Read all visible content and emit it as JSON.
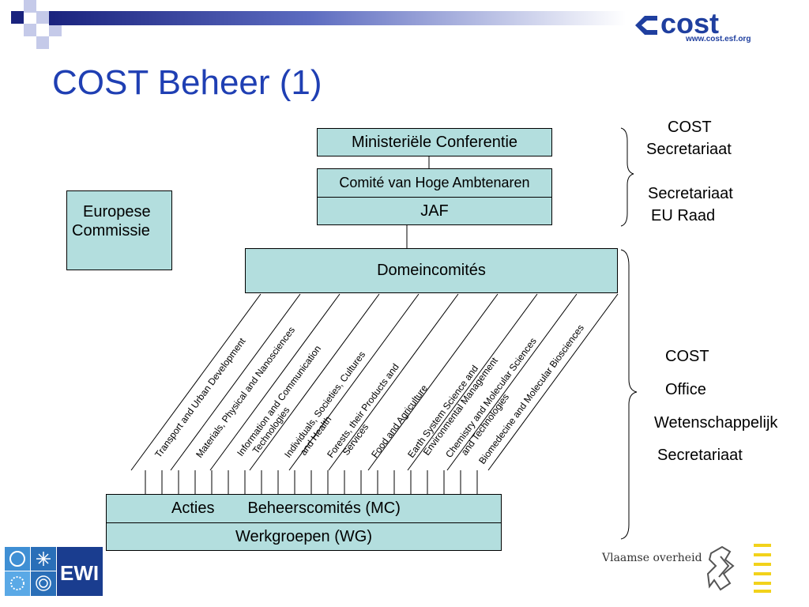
{
  "title": "COST Beheer (1)",
  "logo": {
    "url": "www.cost.esf.org"
  },
  "boxes": {
    "ministeriele": "Ministeriële Conferentie",
    "comite": "Comité van Hoge Ambtenaren",
    "jaf": "JAF",
    "europese_l1": "Europese",
    "europese_l2": "Commissie",
    "domein": "Domeincomités",
    "acties": "Acties",
    "beheers": "Beheerscomités (MC)",
    "werk": "Werkgroepen (WG)"
  },
  "domains": [
    [
      "Transport and Urban Development"
    ],
    [
      "Materials, Physical and Nanosciences"
    ],
    [
      "Information and Communication",
      "Technologies"
    ],
    [
      "Individuals, Societies, Cultures",
      "and Health"
    ],
    [
      "Forests, their Products and",
      "Services"
    ],
    [
      "Food and Agriculture"
    ],
    [
      "Earth System Science and",
      "Environmental Management"
    ],
    [
      "Chemistry and Molecular Sciences",
      "and Technologies"
    ],
    [
      "Biomedecine and Molecular Biosciences"
    ]
  ],
  "right": {
    "cost1": "COST",
    "secretariaat1": "Secretariaat",
    "secretariaat2": "Secretariaat",
    "eu_raad": "EU Raad",
    "cost2": "COST",
    "office": "Office",
    "wetenschappelijk": "Wetenschappelijk",
    "secretariaat3": "Secretariaat"
  },
  "footer": {
    "vlaamse": "Vlaamse overheid"
  },
  "colors": {
    "box_fill": "#b3dede",
    "title": "#1f3fb3",
    "navy": "#1a237e"
  }
}
